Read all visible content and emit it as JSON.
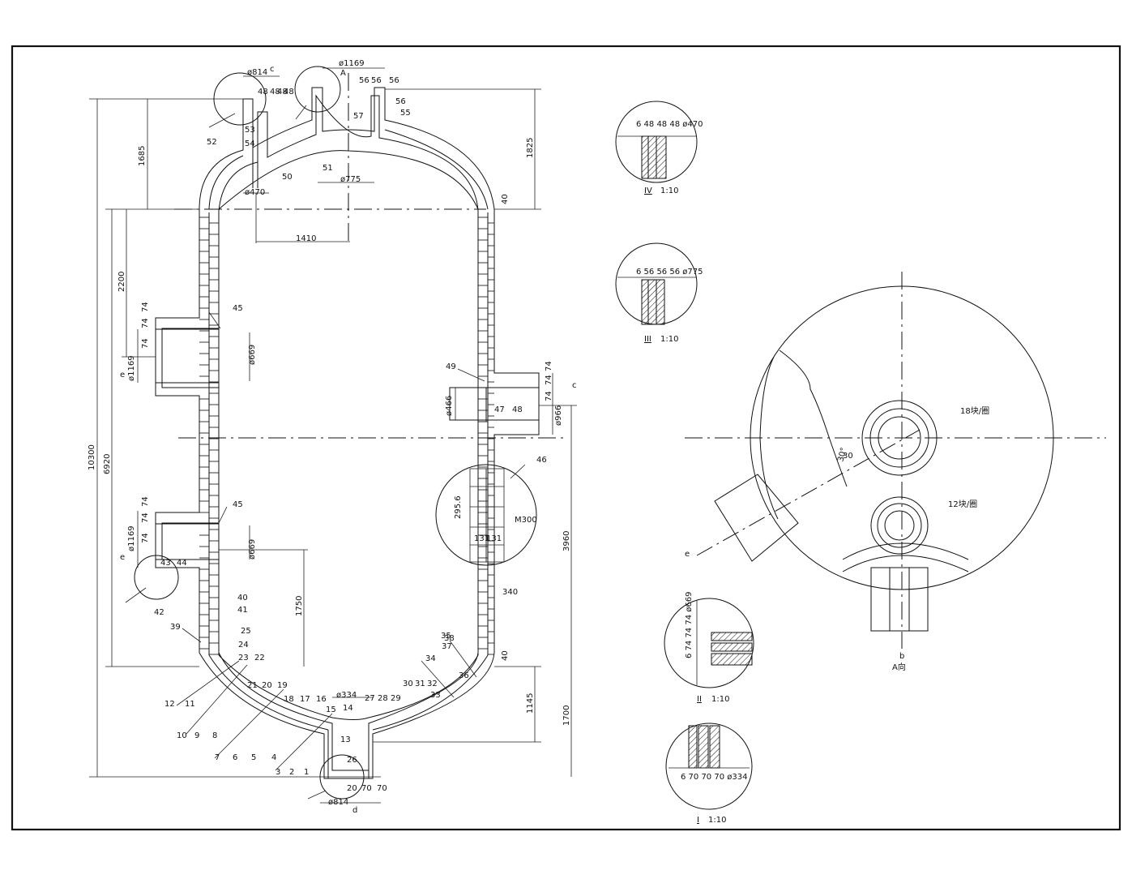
{
  "drawing": {
    "view_caption": "A向",
    "ring_labels": [
      "18块/圈",
      "12块/圈"
    ],
    "angle_label": "30°",
    "section_marks": [
      "A",
      "b",
      "c",
      "d",
      "e",
      "e",
      "e",
      "c"
    ],
    "dims_vertical": [
      "1685",
      "2200",
      "6920",
      "10300",
      "1750",
      "3960",
      "1825",
      "1145",
      "1700"
    ],
    "dims_horizontal": [
      "1410",
      "ø1169",
      "ø814",
      "ø334",
      "ø814",
      "ø775",
      "ø470"
    ],
    "dims_nozzle": [
      "74",
      "74",
      "74",
      "ø1169",
      "ø669",
      "ø466",
      "ø966",
      "74",
      "74",
      "74",
      "ø669",
      "ø1169",
      "74",
      "74",
      "74"
    ],
    "dims_misc": [
      "40",
      "40",
      "340",
      "M300",
      "295.6",
      "131",
      "131",
      "30"
    ],
    "top_nozzle_dims": [
      "48",
      "48",
      "48",
      "56",
      "56",
      "56",
      "20",
      "70",
      "70"
    ],
    "part_numbers": [
      "1",
      "2",
      "3",
      "4",
      "5",
      "6",
      "7",
      "8",
      "9",
      "10",
      "11",
      "12",
      "13",
      "14",
      "15",
      "16",
      "17",
      "18",
      "19",
      "20",
      "21",
      "22",
      "23",
      "24",
      "25",
      "26",
      "27",
      "28",
      "29",
      "30",
      "31",
      "32",
      "33",
      "34",
      "35",
      "36",
      "37",
      "38",
      "39",
      "40",
      "41",
      "42",
      "43",
      "44",
      "45",
      "45",
      "46",
      "47",
      "48",
      "49",
      "50",
      "51",
      "52",
      "53",
      "54",
      "55",
      "56",
      "57",
      "48"
    ],
    "details": [
      {
        "roman": "IV",
        "scale": "1:10",
        "dims": "6 48 48 48 ø470"
      },
      {
        "roman": "III",
        "scale": "1:10",
        "dims": "6 56 56 56 ø775"
      },
      {
        "roman": "II",
        "scale": "1:10",
        "dims": "6 74 74 74 ø669"
      },
      {
        "roman": "I",
        "scale": "1:10",
        "dims": "6 70 70 70 ø334"
      }
    ]
  }
}
